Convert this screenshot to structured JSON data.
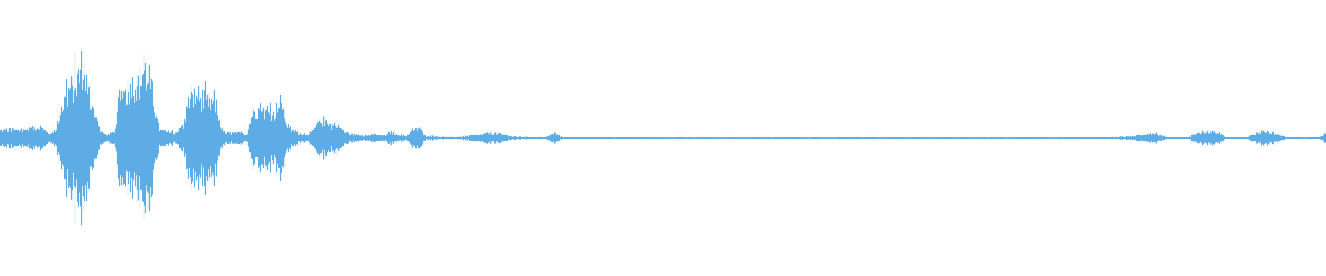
{
  "waveform": {
    "color": "#5dace6",
    "background": "#ffffff",
    "baseline_fraction": 0.5,
    "envelope": [
      [
        0.0,
        0.06
      ],
      [
        0.008,
        0.07
      ],
      [
        0.016,
        0.06
      ],
      [
        0.024,
        0.08
      ],
      [
        0.03,
        0.1
      ],
      [
        0.034,
        0.06
      ],
      [
        0.038,
        0.03
      ],
      [
        0.042,
        0.08
      ],
      [
        0.046,
        0.25
      ],
      [
        0.052,
        0.4
      ],
      [
        0.058,
        0.48
      ],
      [
        0.062,
        0.62
      ],
      [
        0.066,
        0.42
      ],
      [
        0.07,
        0.25
      ],
      [
        0.076,
        0.05
      ],
      [
        0.08,
        0.03
      ],
      [
        0.086,
        0.04
      ],
      [
        0.09,
        0.35
      ],
      [
        0.096,
        0.4
      ],
      [
        0.1,
        0.45
      ],
      [
        0.104,
        0.45
      ],
      [
        0.108,
        0.58
      ],
      [
        0.112,
        0.52
      ],
      [
        0.116,
        0.3
      ],
      [
        0.12,
        0.06
      ],
      [
        0.126,
        0.05
      ],
      [
        0.132,
        0.04
      ],
      [
        0.138,
        0.1
      ],
      [
        0.142,
        0.3
      ],
      [
        0.146,
        0.34
      ],
      [
        0.15,
        0.36
      ],
      [
        0.156,
        0.3
      ],
      [
        0.162,
        0.32
      ],
      [
        0.166,
        0.1
      ],
      [
        0.17,
        0.04
      ],
      [
        0.18,
        0.04
      ],
      [
        0.186,
        0.03
      ],
      [
        0.19,
        0.22
      ],
      [
        0.196,
        0.24
      ],
      [
        0.202,
        0.22
      ],
      [
        0.206,
        0.2
      ],
      [
        0.212,
        0.3
      ],
      [
        0.216,
        0.12
      ],
      [
        0.22,
        0.06
      ],
      [
        0.226,
        0.04
      ],
      [
        0.232,
        0.03
      ],
      [
        0.236,
        0.06
      ],
      [
        0.24,
        0.14
      ],
      [
        0.246,
        0.15
      ],
      [
        0.25,
        0.1
      ],
      [
        0.254,
        0.14
      ],
      [
        0.258,
        0.06
      ],
      [
        0.264,
        0.03
      ],
      [
        0.27,
        0.03
      ],
      [
        0.276,
        0.02
      ],
      [
        0.282,
        0.03
      ],
      [
        0.29,
        0.02
      ],
      [
        0.294,
        0.05
      ],
      [
        0.3,
        0.03
      ],
      [
        0.306,
        0.02
      ],
      [
        0.312,
        0.06
      ],
      [
        0.316,
        0.09
      ],
      [
        0.32,
        0.02
      ],
      [
        0.33,
        0.015
      ],
      [
        0.34,
        0.01
      ],
      [
        0.35,
        0.015
      ],
      [
        0.362,
        0.03
      ],
      [
        0.372,
        0.04
      ],
      [
        0.38,
        0.03
      ],
      [
        0.386,
        0.015
      ],
      [
        0.4,
        0.01
      ],
      [
        0.412,
        0.01
      ],
      [
        0.418,
        0.04
      ],
      [
        0.424,
        0.01
      ],
      [
        0.44,
        0.008
      ],
      [
        0.48,
        0.007
      ],
      [
        0.52,
        0.006
      ],
      [
        0.56,
        0.006
      ],
      [
        0.6,
        0.006
      ],
      [
        0.64,
        0.006
      ],
      [
        0.68,
        0.006
      ],
      [
        0.72,
        0.006
      ],
      [
        0.76,
        0.006
      ],
      [
        0.8,
        0.006
      ],
      [
        0.83,
        0.008
      ],
      [
        0.85,
        0.015
      ],
      [
        0.864,
        0.03
      ],
      [
        0.872,
        0.035
      ],
      [
        0.88,
        0.01
      ],
      [
        0.896,
        0.008
      ],
      [
        0.904,
        0.045
      ],
      [
        0.91,
        0.055
      ],
      [
        0.918,
        0.045
      ],
      [
        0.924,
        0.01
      ],
      [
        0.94,
        0.008
      ],
      [
        0.948,
        0.045
      ],
      [
        0.954,
        0.055
      ],
      [
        0.962,
        0.04
      ],
      [
        0.97,
        0.01
      ],
      [
        0.985,
        0.006
      ],
      [
        0.994,
        0.012
      ],
      [
        1.0,
        0.04
      ]
    ]
  }
}
